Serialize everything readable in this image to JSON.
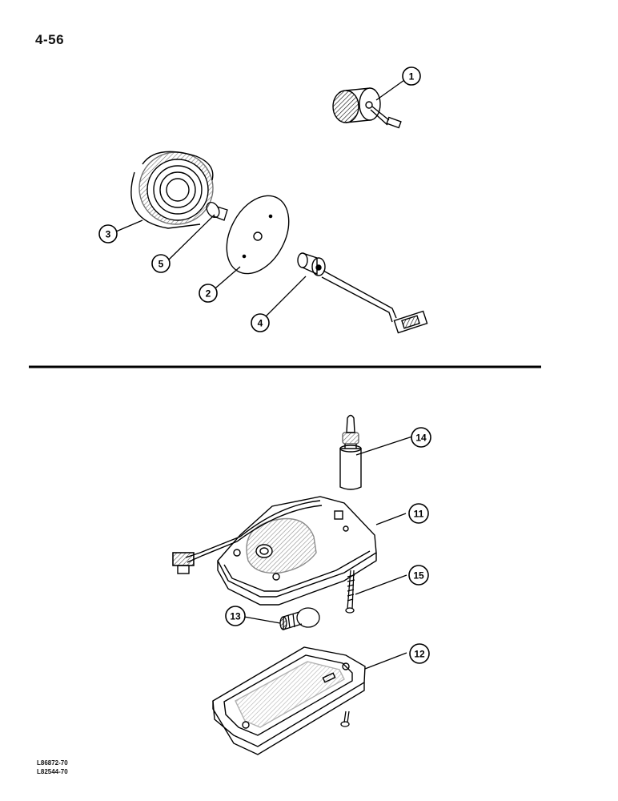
{
  "page": {
    "number": "4-56"
  },
  "figure_codes": [
    "L86872-70",
    "L82544-70"
  ],
  "callouts": [
    "1",
    "2",
    "3",
    "4",
    "5",
    "11",
    "12",
    "13",
    "14",
    "15"
  ],
  "parts": [
    {
      "id": "1",
      "label": "1",
      "icon": "lamp-socket-with-bulb-icon"
    },
    {
      "id": "2",
      "label": "2",
      "icon": "reflector-disc-icon"
    },
    {
      "id": "3",
      "label": "3",
      "icon": "lamp-lens-cylinder-icon"
    },
    {
      "id": "4",
      "label": "4",
      "icon": "socket-with-harness-icon"
    },
    {
      "id": "5",
      "label": "5",
      "icon": "wedge-bulb-icon"
    },
    {
      "id": "11",
      "label": "11",
      "icon": "license-lamp-housing-icon"
    },
    {
      "id": "12",
      "label": "12",
      "icon": "lens-frame-icon"
    },
    {
      "id": "13",
      "label": "13",
      "icon": "bayonet-bulb-icon"
    },
    {
      "id": "14",
      "label": "14",
      "icon": "sealant-bottle-icon"
    },
    {
      "id": "15",
      "label": "15",
      "icon": "mounting-screw-icon"
    }
  ]
}
